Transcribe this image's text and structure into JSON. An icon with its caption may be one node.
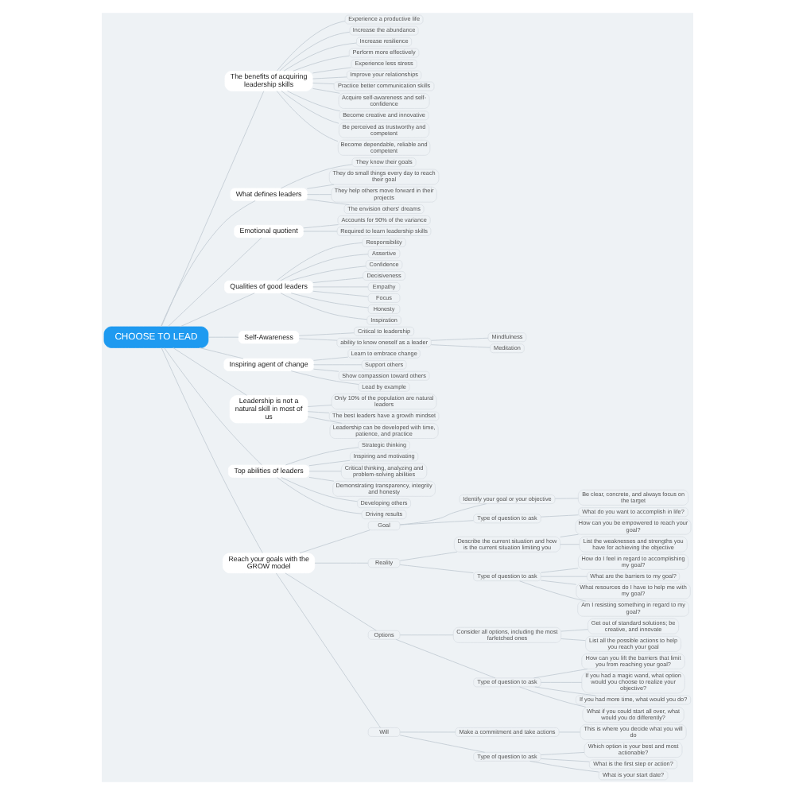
{
  "diagram": {
    "nodes": [
      {
        "text": [
          "CHOOSE TO LEAD"
        ]
      },
      {
        "text": [
          "The benefits of acquiring leadership skills"
        ]
      },
      {
        "text": [
          "Experience a productive life"
        ]
      },
      {
        "text": [
          "Increase the abundance"
        ]
      },
      {
        "text": [
          "Increase resilience"
        ]
      },
      {
        "text": [
          "Perform more effectively"
        ]
      },
      {
        "text": [
          "Experience less stress"
        ]
      },
      {
        "text": [
          "Improve your relationships"
        ]
      },
      {
        "text": [
          "Practice better communication skills"
        ]
      },
      {
        "text": [
          "Acquire self-awareness and self-confidence"
        ]
      },
      {
        "text": [
          "Become creative and innovative"
        ]
      },
      {
        "text": [
          "Be perceived as trustworthy and competent"
        ]
      },
      {
        "text": [
          "Become dependable, reliable and competent"
        ]
      },
      {
        "text": [
          "What defines leaders"
        ]
      },
      {
        "text": [
          "They know their goals"
        ]
      },
      {
        "text": [
          "They do small things every day to reach their goal"
        ]
      },
      {
        "text": [
          "They help others move forward in their projects"
        ]
      },
      {
        "text": [
          "The envision others' dreams"
        ]
      },
      {
        "text": [
          "Emotional quotient"
        ]
      },
      {
        "text": [
          "Accounts for 90% of the variance"
        ]
      },
      {
        "text": [
          "Required to learn leadership skills"
        ]
      },
      {
        "text": [
          "Qualities of good leaders"
        ]
      },
      {
        "text": [
          "Responsibility"
        ]
      },
      {
        "text": [
          "Assertive"
        ]
      },
      {
        "text": [
          "Confidence"
        ]
      },
      {
        "text": [
          "Decisiveness"
        ]
      },
      {
        "text": [
          "Empathy"
        ]
      },
      {
        "text": [
          "Focus"
        ]
      },
      {
        "text": [
          "Honesty"
        ]
      },
      {
        "text": [
          "Inspiration"
        ]
      },
      {
        "text": [
          "Self-Awareness"
        ]
      },
      {
        "text": [
          "Critical to leadership"
        ]
      },
      {
        "text": [
          "ability to know oneself as a leader"
        ]
      },
      {
        "text": [
          "Mindfulness"
        ]
      },
      {
        "text": [
          "Meditation"
        ]
      },
      {
        "text": [
          "Inspiring agent of change"
        ]
      },
      {
        "text": [
          "Learn to embrace change"
        ]
      },
      {
        "text": [
          "Support others"
        ]
      },
      {
        "text": [
          "Show compassion toward others"
        ]
      },
      {
        "text": [
          "Lead by example"
        ]
      },
      {
        "text": [
          "Leadership is not a natural skill in most of us"
        ]
      },
      {
        "text": [
          "Only 10% of the population are natural leaders"
        ]
      },
      {
        "text": [
          "The best leaders have a growth mindset"
        ]
      },
      {
        "text": [
          "Leadership can be developed with time, patience, and practice"
        ]
      },
      {
        "text": [
          "Top abilities of leaders"
        ]
      },
      {
        "text": [
          "Strategic thinking"
        ]
      },
      {
        "text": [
          "Inspiring and motivating"
        ]
      },
      {
        "text": [
          "Critical thinking, analyzing and problem-solving abilities"
        ]
      },
      {
        "text": [
          "Demonstrating transparency, integrity and honesty"
        ]
      },
      {
        "text": [
          "Developing others"
        ]
      },
      {
        "text": [
          "Driving results"
        ]
      },
      {
        "text": [
          "Reach your goals with the GROW model"
        ]
      },
      {
        "text": [
          "Goal"
        ]
      },
      {
        "text": [
          "Identify your goal or your objective"
        ]
      },
      {
        "text": [
          "Be clear, concrete, and always focus on the target"
        ]
      },
      {
        "text": [
          "Type of question to ask"
        ]
      },
      {
        "text": [
          "What do you want to accomplish in life?"
        ]
      },
      {
        "text": [
          "Reality"
        ]
      },
      {
        "text": [
          "Describe the current situation and how is the current situation limiting you"
        ]
      },
      {
        "text": [
          "How can you be empowered to reach your goal?"
        ]
      },
      {
        "text": [
          "List the weaknesses and strengths you have for achieving the objective"
        ]
      },
      {
        "text": [
          "Type of question to ask"
        ]
      },
      {
        "text": [
          "How do I feel in regard to accomplishing my goal?"
        ]
      },
      {
        "text": [
          "What are the barriers to my goal?"
        ]
      },
      {
        "text": [
          "What resources do I have to help me with my goal?"
        ]
      },
      {
        "text": [
          "Am I resisting something in regard to my goal?"
        ]
      },
      {
        "text": [
          "Options"
        ]
      },
      {
        "text": [
          "Consider all options, including the most farfetched ones"
        ]
      },
      {
        "text": [
          "Get out of standard solutions; be creative, and innovate"
        ]
      },
      {
        "text": [
          "List all the possible actions to help you reach your goal"
        ]
      },
      {
        "text": [
          "Type of question to ask"
        ]
      },
      {
        "text": [
          "How can you lift the barriers that limit you from reaching your goal?"
        ]
      },
      {
        "text": [
          "If you had a magic wand, what option would you choose to realize your objective?"
        ]
      },
      {
        "text": [
          "If you had more time, what would you do?"
        ]
      },
      {
        "text": [
          "What if you could start all over, what would you do differently?"
        ]
      },
      {
        "text": [
          "Will"
        ]
      },
      {
        "text": [
          "Make a commitment and take actions"
        ]
      },
      {
        "text": [
          "This is where you decide what you will do"
        ]
      },
      {
        "text": [
          "Type of question to ask"
        ]
      },
      {
        "text": [
          "Which option is your best and most actionable?"
        ]
      },
      {
        "text": [
          "What is the first step or action?"
        ]
      },
      {
        "text": [
          "What is your start date?"
        ]
      }
    ],
    "edges": [
      {
        "from": 0,
        "to": 1,
        "arrow": "none"
      },
      {
        "from": 1,
        "to": 2,
        "arrow": "none"
      },
      {
        "from": 1,
        "to": 3,
        "arrow": "none"
      },
      {
        "from": 1,
        "to": 4,
        "arrow": "none"
      },
      {
        "from": 1,
        "to": 5,
        "arrow": "none"
      },
      {
        "from": 1,
        "to": 6,
        "arrow": "none"
      },
      {
        "from": 1,
        "to": 7,
        "arrow": "none"
      },
      {
        "from": 1,
        "to": 8,
        "arrow": "none"
      },
      {
        "from": 1,
        "to": 9,
        "arrow": "none"
      },
      {
        "from": 1,
        "to": 10,
        "arrow": "none"
      },
      {
        "from": 1,
        "to": 11,
        "arrow": "none"
      },
      {
        "from": 1,
        "to": 12,
        "arrow": "none"
      },
      {
        "from": 0,
        "to": 13,
        "arrow": "none"
      },
      {
        "from": 13,
        "to": 14,
        "arrow": "none"
      },
      {
        "from": 13,
        "to": 15,
        "arrow": "none"
      },
      {
        "from": 13,
        "to": 16,
        "arrow": "none"
      },
      {
        "from": 13,
        "to": 17,
        "arrow": "none"
      },
      {
        "from": 0,
        "to": 18,
        "arrow": "none"
      },
      {
        "from": 18,
        "to": 19,
        "arrow": "none"
      },
      {
        "from": 18,
        "to": 20,
        "arrow": "none"
      },
      {
        "from": 0,
        "to": 21,
        "arrow": "none"
      },
      {
        "from": 21,
        "to": 22,
        "arrow": "none"
      },
      {
        "from": 21,
        "to": 23,
        "arrow": "none"
      },
      {
        "from": 21,
        "to": 24,
        "arrow": "none"
      },
      {
        "from": 21,
        "to": 25,
        "arrow": "none"
      },
      {
        "from": 21,
        "to": 26,
        "arrow": "none"
      },
      {
        "from": 21,
        "to": 27,
        "arrow": "none"
      },
      {
        "from": 21,
        "to": 28,
        "arrow": "none"
      },
      {
        "from": 21,
        "to": 29,
        "arrow": "none"
      },
      {
        "from": 0,
        "to": 30,
        "arrow": "none"
      },
      {
        "from": 30,
        "to": 31,
        "arrow": "none"
      },
      {
        "from": 30,
        "to": 32,
        "arrow": "none"
      },
      {
        "from": 32,
        "to": 33,
        "arrow": "none"
      },
      {
        "from": 32,
        "to": 34,
        "arrow": "none"
      },
      {
        "from": 0,
        "to": 35,
        "arrow": "none"
      },
      {
        "from": 35,
        "to": 36,
        "arrow": "none"
      },
      {
        "from": 35,
        "to": 37,
        "arrow": "none"
      },
      {
        "from": 35,
        "to": 38,
        "arrow": "none"
      },
      {
        "from": 35,
        "to": 39,
        "arrow": "none"
      },
      {
        "from": 0,
        "to": 40,
        "arrow": "none"
      },
      {
        "from": 40,
        "to": 41,
        "arrow": "none"
      },
      {
        "from": 40,
        "to": 42,
        "arrow": "none"
      },
      {
        "from": 40,
        "to": 43,
        "arrow": "none"
      },
      {
        "from": 0,
        "to": 44,
        "arrow": "none"
      },
      {
        "from": 44,
        "to": 45,
        "arrow": "none"
      },
      {
        "from": 44,
        "to": 46,
        "arrow": "none"
      },
      {
        "from": 44,
        "to": 47,
        "arrow": "none"
      },
      {
        "from": 44,
        "to": 48,
        "arrow": "none"
      },
      {
        "from": 44,
        "to": 49,
        "arrow": "none"
      },
      {
        "from": 44,
        "to": 50,
        "arrow": "none"
      },
      {
        "from": 0,
        "to": 51,
        "arrow": "none"
      },
      {
        "from": 51,
        "to": 52,
        "arrow": "none"
      },
      {
        "from": 52,
        "to": 53,
        "arrow": "none"
      },
      {
        "from": 53,
        "to": 54,
        "arrow": "none"
      },
      {
        "from": 52,
        "to": 55,
        "arrow": "none"
      },
      {
        "from": 55,
        "to": 56,
        "arrow": "none"
      },
      {
        "from": 51,
        "to": 57,
        "arrow": "none"
      },
      {
        "from": 57,
        "to": 58,
        "arrow": "none"
      },
      {
        "from": 58,
        "to": 59,
        "arrow": "none"
      },
      {
        "from": 58,
        "to": 60,
        "arrow": "none"
      },
      {
        "from": 57,
        "to": 61,
        "arrow": "none"
      },
      {
        "from": 61,
        "to": 62,
        "arrow": "none"
      },
      {
        "from": 61,
        "to": 63,
        "arrow": "none"
      },
      {
        "from": 61,
        "to": 64,
        "arrow": "none"
      },
      {
        "from": 61,
        "to": 65,
        "arrow": "none"
      },
      {
        "from": 51,
        "to": 66,
        "arrow": "none"
      },
      {
        "from": 66,
        "to": 67,
        "arrow": "none"
      },
      {
        "from": 67,
        "to": 68,
        "arrow": "none"
      },
      {
        "from": 67,
        "to": 69,
        "arrow": "none"
      },
      {
        "from": 66,
        "to": 70,
        "arrow": "none"
      },
      {
        "from": 70,
        "to": 71,
        "arrow": "none"
      },
      {
        "from": 70,
        "to": 72,
        "arrow": "none"
      },
      {
        "from": 70,
        "to": 73,
        "arrow": "none"
      },
      {
        "from": 70,
        "to": 74,
        "arrow": "none"
      },
      {
        "from": 51,
        "to": 75,
        "arrow": "none"
      },
      {
        "from": 75,
        "to": 76,
        "arrow": "none"
      },
      {
        "from": 76,
        "to": 77,
        "arrow": "none"
      },
      {
        "from": 75,
        "to": 78,
        "arrow": "none"
      },
      {
        "from": 78,
        "to": 79,
        "arrow": "none"
      },
      {
        "from": 78,
        "to": 80,
        "arrow": "none"
      },
      {
        "from": 78,
        "to": 81,
        "arrow": "none"
      }
    ]
  }
}
